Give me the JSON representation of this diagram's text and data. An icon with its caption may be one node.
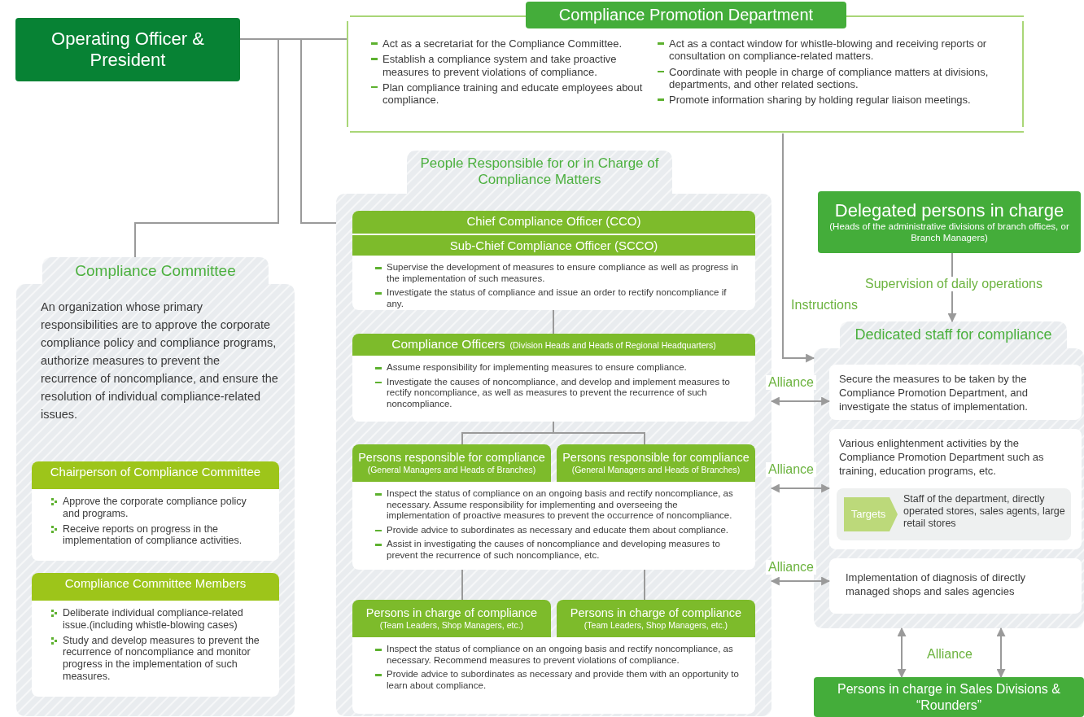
{
  "diagram": {
    "nodes": [
      {
        "text": [
          "Operating Officer & President"
        ]
      },
      {
        "text": [
          "Compliance Promotion Department",
          "Act as a secretariat for the Compliance Committee.",
          "Establish a compliance system and take proactive measures to prevent violations of compliance.",
          "Plan compliance training and educate employees about compliance.",
          "Act as a contact window for whistle-blowing and receiving reports or consultation on compliance-related matters.",
          "Coordinate with people in charge of compliance matters at divisions, departments, and other related sections.",
          "Promote information sharing by holding regular liaison meetings."
        ]
      },
      {
        "text": [
          "Compliance Committee",
          "An organization whose primary responsibilities are to approve the corporate compliance policy and compliance programs, authorize measures to prevent the recurrence of noncompliance, and ensure the resolution of individual compliance-related issues."
        ]
      },
      {
        "text": [
          "Chairperson of Compliance Committee",
          "Approve the corporate compliance policy and programs.",
          "Receive reports on progress in the implementation of compliance activities."
        ],
        "in": 2
      },
      {
        "text": [
          "Compliance Committee Members",
          "Deliberate individual compliance-related issue.(including whistle-blowing cases)",
          "Study and develop measures to prevent the recurrence of noncompliance and monitor progress in the implementation of such measures."
        ],
        "in": 2
      },
      {
        "text": [
          "People Responsible for or in Charge of Compliance Matters"
        ]
      },
      {
        "text": [
          "Chief Compliance Officer (CCO)",
          "Sub-Chief Compliance Officer (SCCO)",
          "Supervise the development of measures to ensure compliance as well as progress in the implementation of such measures.",
          "Investigate the status of compliance and issue an order to rectify noncompliance if any."
        ],
        "in": 5
      },
      {
        "text": [
          "Compliance Officers",
          "(Division Heads and Heads of Regional Headquarters)",
          "Assume responsibility for implementing measures to ensure compliance.",
          "Investigate the causes of noncompliance, and develop and implement measures to rectify noncompliance, as well as measures to prevent the recurrence of such noncompliance."
        ],
        "in": 5
      },
      {
        "text": [
          "Persons responsible for compliance",
          "(General Managers and Heads of Branches)"
        ],
        "in": 5
      },
      {
        "text": [
          "Persons responsible for compliance",
          "(General Managers and Heads of Branches)"
        ],
        "in": 5
      },
      {
        "text": [
          "Inspect the status of compliance on an ongoing basis and rectify noncompliance, as necessary. Assume responsibility for implementing and overseeing the implementation of proactive measures to prevent the occurrence of noncompliance.",
          "Provide advice to subordinates as necessary and educate them about compliance.",
          "Assist in investigating the causes of noncompliance and developing measures to prevent the recurrence of such noncompliance, etc."
        ],
        "in": 5
      },
      {
        "text": [
          "Persons in charge of compliance",
          "(Team Leaders, Shop Managers, etc.)"
        ],
        "in": 5
      },
      {
        "text": [
          "Persons in charge of compliance",
          "(Team Leaders, Shop Managers, etc.)"
        ],
        "in": 5
      },
      {
        "text": [
          "Inspect the status of compliance on an ongoing basis and rectify noncompliance, as necessary. Recommend measures to prevent violations of compliance.",
          "Provide advice to subordinates as necessary and provide them with an opportunity to learn about compliance."
        ],
        "in": 5
      },
      {
        "text": [
          "Delegated persons in charge",
          "(Heads of the administrative divisions of branch offices, or Branch Managers)"
        ]
      },
      {
        "text": [
          "Dedicated staff for compliance"
        ]
      },
      {
        "text": [
          "Secure the measures to be taken by the Compliance Promotion Department, and investigate the status of implementation."
        ],
        "in": 15
      },
      {
        "text": [
          "Various enlightenment activities by the Compliance Promotion Department such as training, education programs, etc."
        ],
        "in": 15
      },
      {
        "text": [
          "Staff of the department, directly operated stores, sales agents, large retail stores"
        ],
        "in": 17
      },
      {
        "text": [
          "Targets"
        ],
        "in": 18
      },
      {
        "text": [
          "Implementation of diagnosis of directly managed shops and sales agencies"
        ],
        "in": 15
      },
      {
        "text": [
          "Persons in charge in Sales Divisions & “Rounders”"
        ]
      }
    ],
    "edges": [
      {
        "from": 0,
        "to": 1,
        "arrow": "none"
      },
      {
        "from": 0,
        "to": 2,
        "arrow": "none"
      },
      {
        "from": 0,
        "to": 5,
        "arrow": "none"
      },
      {
        "from": 1,
        "to": 15,
        "arrow": "to",
        "label": "Instructions"
      },
      {
        "from": 14,
        "to": 15,
        "arrow": "to",
        "label": "Supervision of daily operations"
      },
      {
        "from": 5,
        "to": 16,
        "arrow": "both",
        "label": "Alliance"
      },
      {
        "from": 5,
        "to": 17,
        "arrow": "both",
        "label": "Alliance"
      },
      {
        "from": 5,
        "to": 20,
        "arrow": "both",
        "label": "Alliance"
      },
      {
        "from": 15,
        "to": 21,
        "arrow": "both"
      },
      {
        "from": 15,
        "to": 21,
        "arrow": "both"
      },
      {
        "from": 6,
        "to": 7,
        "arrow": "none"
      },
      {
        "from": 7,
        "to": 8,
        "arrow": "none"
      },
      {
        "from": 7,
        "to": 9,
        "arrow": "none"
      },
      {
        "from": 10,
        "to": 11,
        "arrow": "none"
      },
      {
        "from": 10,
        "to": 12,
        "arrow": "none"
      }
    ],
    "labels": [
      "Alliance"
    ]
  }
}
